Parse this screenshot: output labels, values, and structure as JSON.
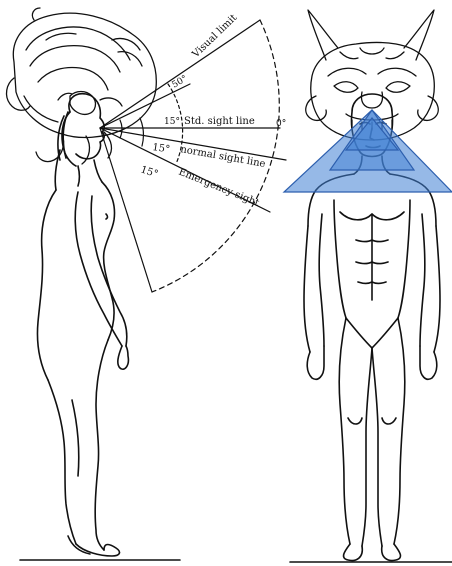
{
  "labels": {
    "visual_limit": "Visual limit",
    "std_sight_line": "Std. sight line",
    "normal_sight_line": "normal sight line",
    "emergency_sight": "Emergency sight",
    "angle_50": "50°",
    "angle_15_upper": "15°",
    "angle_0": "0°",
    "angle_15_normal": "15°",
    "angle_15_emergency": "15°"
  },
  "colors": {
    "line": "#111111",
    "view_cone_fill": "#3f7fd4",
    "view_cone_stroke": "#2d5fae"
  },
  "figures": [
    "side-view-figure",
    "front-view-figure"
  ]
}
